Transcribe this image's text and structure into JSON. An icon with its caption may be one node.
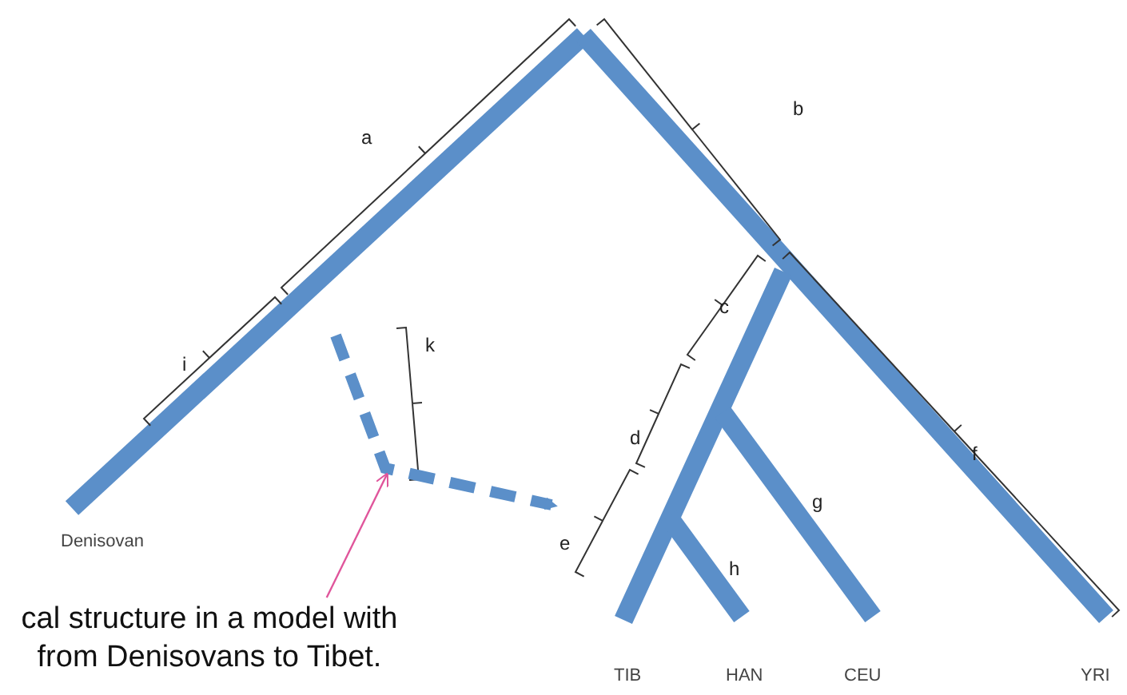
{
  "diagram": {
    "nodes": [
      {
        "text": [
          "cal structure in a model with from Denisovans to Tibet."
        ]
      },
      {
        "text": [],
        "shape": "arrow"
      }
    ],
    "edges": [
      {
        "from": 0,
        "to": 1,
        "arrow": "to",
        "color": "#e0559b"
      }
    ],
    "labels": [
      "a",
      "b",
      "i",
      "k",
      "c",
      "d",
      "f",
      "g",
      "e",
      "h",
      "Denisovan",
      "TIB",
      "HAN",
      "CEU",
      "YRI"
    ]
  }
}
